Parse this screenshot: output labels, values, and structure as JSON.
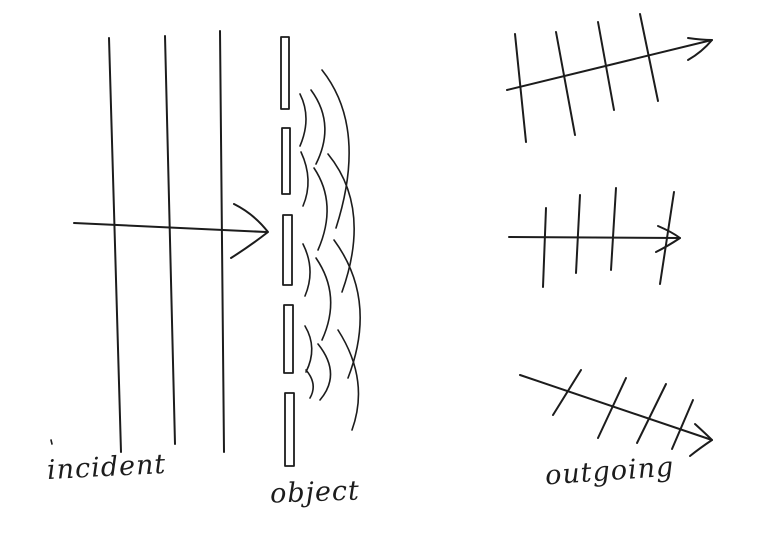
{
  "diagram": {
    "stroke_color": "#1c1c1c",
    "labels": {
      "incident": "incident",
      "object": "object",
      "outgoing": "outgoing"
    }
  }
}
